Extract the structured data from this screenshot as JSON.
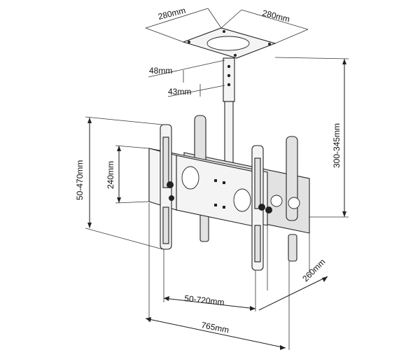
{
  "dimensions": {
    "plate_width_left": "280mm",
    "plate_width_right": "280mm",
    "offset_48": "48mm",
    "offset_43": "43mm",
    "drop_height": "300-345mm",
    "arm_height": "50-470mm",
    "plate_height": "240mm",
    "depth": "260mm",
    "arm_spacing": "50-720mm",
    "total_width": "765mm"
  },
  "colors": {
    "line": "#1a1a1a",
    "part_fill": "#f4f4f4"
  }
}
